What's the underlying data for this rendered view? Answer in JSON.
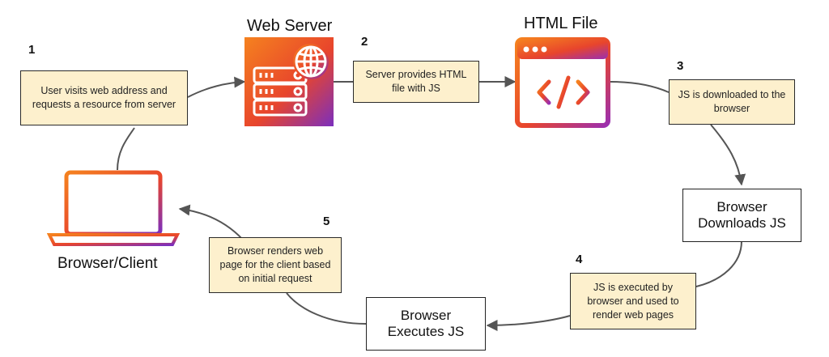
{
  "labels": {
    "web_server": "Web Server",
    "html_file": "HTML File",
    "browser_client": "Browser/Client"
  },
  "steps": {
    "s1": "1",
    "s2": "2",
    "s3": "3",
    "s4": "4",
    "s5": "5"
  },
  "notes": {
    "n1": "User visits web address and requests a resource from server",
    "n2": "Server provides HTML file with JS",
    "n3": "JS is downloaded to the browser",
    "n4": "JS is executed by browser and used to render web pages",
    "n5": "Browser renders web page for the client based on initial request"
  },
  "boxes": {
    "downloads_line1": "Browser",
    "downloads_line2": "Downloads JS",
    "executes_line1": "Browser",
    "executes_line2": "Executes JS"
  },
  "icons": {
    "web_server": "server-globe-icon",
    "html_file": "code-file-icon",
    "browser_client": "laptop-icon"
  },
  "colors": {
    "gradient_start": "#f5821f",
    "gradient_mid": "#e8452c",
    "gradient_end": "#7b2fbe",
    "note_fill": "#fdf0cd",
    "arrow": "#555555"
  }
}
